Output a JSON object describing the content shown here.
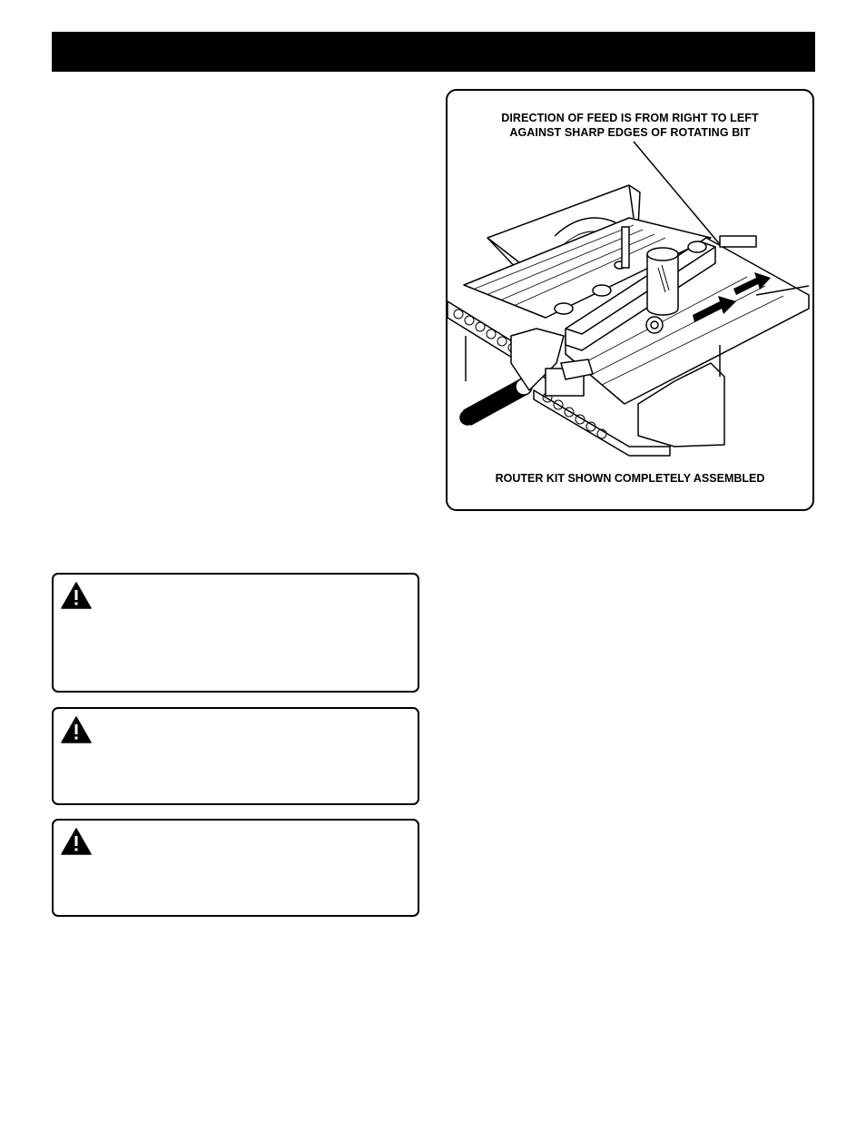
{
  "figure": {
    "caption_top_line1": "DIRECTION OF FEED IS FROM RIGHT TO LEFT",
    "caption_top_line2": "AGAINST SHARP EDGES OF ROTATING BIT",
    "caption_bottom": "ROUTER KIT SHOWN COMPLETELY ASSEMBLED"
  },
  "warnings": [
    {
      "icon": "warning-triangle-icon"
    },
    {
      "icon": "warning-triangle-icon"
    },
    {
      "icon": "warning-triangle-icon"
    }
  ]
}
